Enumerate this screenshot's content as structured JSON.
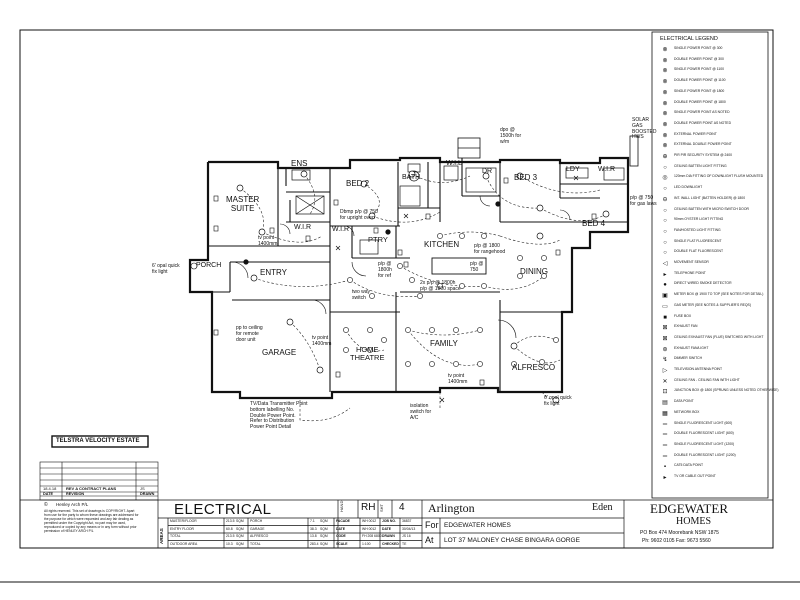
{
  "plan": {
    "rooms": {
      "ens": "ENS",
      "master_suite": "MASTER\nSUITE",
      "wir_master": "W.I.R",
      "bed2": "BED 2",
      "bath": "BATH",
      "wil": "W.I.L",
      "dr": "DR",
      "bed3": "BED 3",
      "wir_bed3": "W.I.R",
      "bed4": "BED 4",
      "wir_bed2": "W.I.R",
      "ptry": "PTRY",
      "kitchen": "KITCHEN",
      "dining": "DINING",
      "porch": "PORCH",
      "entry": "ENTRY",
      "garage": "GARAGE",
      "home_theatre": "HOME\nTHEATRE",
      "family": "FAMILY",
      "alfresco": "ALFRESCO",
      "ldy": "LDY"
    },
    "notes": {
      "solar": "SOLAR\nGAS\nBOOSTED\nHWS",
      "dpo_top": "dpo @\n1500h for\nw/m",
      "dpo_bed2": "Dbmp p/p @ 750\nfor upright oven",
      "gas_laws": "p/p @ 750\nfor gas laws",
      "tv_master": "tv point\n1400mm",
      "opal_porch": "6' opal quick\nfix light",
      "pp_kitchen": "p/p @ 1800\nfor rangehood",
      "pp_ref": "p/p @\n1800h\nfor ref",
      "pp_750": "p/p @\n750",
      "pp_2x": "2x p/p @ 1800h\np/p @ 1800 space",
      "two_way": "two way\nswitch",
      "pp_ceiling": "pp to ceiling\nfor remote\ndoor unit",
      "tv_theatre": "tv point\n1400mm",
      "tv_family": "tv point\n1400mm",
      "opal_alfresco": "6' opal quick\nfix light",
      "isolation": "isolation\nswitch for\nA/C",
      "tv_data": "TV/Data Transmitter Point\nbottom labelling No.\nDouble Power Point.\nRefer to Distribution\nPower Point Detail"
    },
    "estate_label": "TELSTRA VELOCITY ESTATE"
  },
  "legend": {
    "title": "ELECTRICAL LEGEND",
    "items": [
      {
        "sym": "⊗",
        "label": "SINGLE POWER POINT @ 300"
      },
      {
        "sym": "⊗",
        "label": "DOUBLE POWER POINT @ 300"
      },
      {
        "sym": "⊗",
        "label": "SINGLE POWER POINT @ 1100"
      },
      {
        "sym": "⊗",
        "label": "DOUBLE POWER POINT @ 1100"
      },
      {
        "sym": "⊗",
        "label": "SINGLE POWER POINT @ 1800"
      },
      {
        "sym": "⊗",
        "label": "DOUBLE POWER POINT @ 1800"
      },
      {
        "sym": "⊗",
        "label": "SINGLE POWER POINT AS NOTED"
      },
      {
        "sym": "⊗",
        "label": "DOUBLE POWER POINT AS NOTED"
      },
      {
        "sym": "⊗",
        "label": "EXTERNAL POWER POINT"
      },
      {
        "sym": "⊗",
        "label": "EXTERNAL DOUBLE POWER POINT"
      },
      {
        "sym": "⊕",
        "label": "PIR PIR SECURITY SYSTEM @ 2400"
      },
      {
        "sym": "○",
        "label": "CEILING BATTEN LIGHT FITTING"
      },
      {
        "sym": "◎",
        "label": "120mm DIA FITTING OF DOWNLIGHT FLUSH MOUNTED"
      },
      {
        "sym": "○",
        "label": "LED DOWNLIGHT"
      },
      {
        "sym": "⊖",
        "label": "INT. WALL LIGHT (BATTEN HOLDER) @ 1800"
      },
      {
        "sym": "○",
        "label": "CEILING BATTEN WITH MICRO SWITCH DOOR"
      },
      {
        "sym": "○",
        "label": "90mm OYSTER LIGHT FITTING"
      },
      {
        "sym": "○",
        "label": "FAN/HOSTED LIGHT FITTING"
      },
      {
        "sym": "○",
        "label": "SINGLE FLAT FLUORESCENT"
      },
      {
        "sym": "○",
        "label": "DOUBLE FLAT FLUORESCENT"
      },
      {
        "sym": "◁",
        "label": "MOVEMENT SENSOR"
      },
      {
        "sym": "▸",
        "label": "TELEPHONE POINT"
      },
      {
        "sym": "●",
        "label": "DIRECT WIRED SMOKE DETECTOR"
      },
      {
        "sym": "▣",
        "label": "METER BOX @ 1900 TO TOP (SEE NOTES FOR DETAIL)"
      },
      {
        "sym": "▭",
        "label": "GAS METER (SEE NOTES & SUPPLIER'S REQS)"
      },
      {
        "sym": "■",
        "label": "FUSE BOX"
      },
      {
        "sym": "⊠",
        "label": "EXHAUST FAN"
      },
      {
        "sym": "⊠",
        "label": "CEILING EXHAUST FAN (FLUE) SWITCHED WITH LIGHT"
      },
      {
        "sym": "⊛",
        "label": "EXHAUST FAN/LIGHT"
      },
      {
        "sym": "↯",
        "label": "DIMMER SWITCH"
      },
      {
        "sym": "▷",
        "label": "TELEVISION ANTENNA POINT"
      },
      {
        "sym": "✕",
        "label": "CEILING FAN - CEILING FAN WITH LIGHT"
      },
      {
        "sym": "⊡",
        "label": "JUNCTION BOX @ 1800 (SPRUNG UNLESS NOTED OTHERWISE)"
      },
      {
        "sym": "▤",
        "label": "DATA POINT"
      },
      {
        "sym": "▦",
        "label": "NETWORK BOX"
      },
      {
        "sym": "═",
        "label": "SINGLE FLUORESCENT LIGHT (600)"
      },
      {
        "sym": "═",
        "label": "DOUBLE FLUORESCENT LIGHT (600)"
      },
      {
        "sym": "═",
        "label": "SINGLE FLUORESCENT LIGHT (1200)"
      },
      {
        "sym": "═",
        "label": "DOUBLE FLUORESCENT LIGHT (1200)"
      },
      {
        "sym": "▪",
        "label": "CAT5 DATA POINT"
      },
      {
        "sym": "▸",
        "label": "TV OR CABLE OUT POINT"
      }
    ]
  },
  "revisions": {
    "row_date": "18.4.18",
    "row_text": "REV A CONTRACT PLANS",
    "row_by": "JS",
    "head_date": "DATE",
    "head_revision": "REVISION",
    "head_drawn": "DRAWN"
  },
  "copyright": {
    "company": "Henley Arch P/L",
    "text": "All rights reserved. This set of drawings is COPYRIGHT. Apart\nfrom use for the party to whom these drawings are addressed for\nthe purpose for which were requested and any fair dealing as\npermitted under the Copyright Act, no part may be used,\nreproduced or copied by any means or in any form without prior\npermission of HENLEY ARCH P/L"
  },
  "areas": {
    "side_label": "AREAS",
    "rows": [
      [
        "MASTER/FLOOR",
        "213.5",
        "SQM",
        "PORCH",
        "7.1",
        "SQM"
      ],
      [
        "ENTRY FLOOR",
        "60.8",
        "SQM",
        "GARAGE",
        "38.3",
        "SQM"
      ],
      [
        "TOTAL",
        "213.5",
        "SQM",
        "ALFRESCO",
        "13.8",
        "SQM"
      ],
      [
        "OUTDOOR AREA",
        "10.3",
        "SQM",
        "TOTAL",
        "283.4",
        "SQM"
      ]
    ]
  },
  "job": {
    "rows": [
      [
        "FACADE",
        "WH 0012",
        "JOB NO.",
        "36837"
      ],
      [
        "DATE",
        "WH 0012",
        "DATE",
        "30/04/13"
      ],
      [
        "CODE",
        "FH 208 6800",
        "DRAWN",
        "JS 16"
      ],
      [
        "SCALE",
        "1:100",
        "CHECKED",
        "TE"
      ]
    ]
  },
  "title_block": {
    "drawing_title": "ELECTRICAL",
    "hand_label": "HAND",
    "hand_value": "RH",
    "sheet_label": "SHT",
    "sheet_value": "4",
    "house_design": "Arlington",
    "facade": "Eden",
    "for_label": "For",
    "for_value": "EDGEWATER HOMES",
    "at_label": "At",
    "at_value": "LOT 37 MALONEY CHASE BINGARA GORGE",
    "brand_line1": "EDGEWATER",
    "brand_line2": "HOMES",
    "address": "PO Box 474 Moorebank NSW 1875",
    "phone": "Ph: 9602 0105  Fax: 9673 5560"
  },
  "colors": {
    "ink": "#111111",
    "paper": "#ffffff"
  }
}
